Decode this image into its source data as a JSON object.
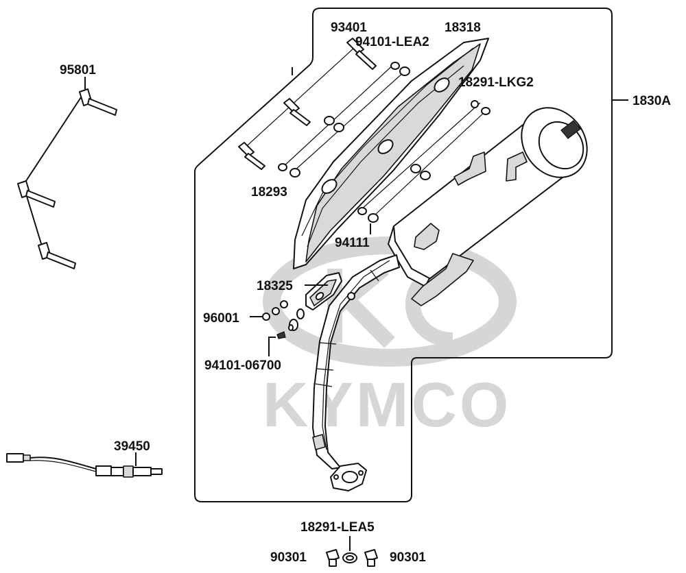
{
  "watermark": {
    "text": "KYMCO",
    "color": "#d6d6d6"
  },
  "colors": {
    "ink": "#111111",
    "part_fill": "#ffffff",
    "part_shade": "#d9d9d9"
  },
  "labels": {
    "p93401": "93401",
    "p18318": "18318",
    "p94101_lea2": "94101-LEA2",
    "p95801": "95801",
    "p18291_lkg2": "18291-LKG2",
    "p1830a": "1830A",
    "p18293": "18293",
    "p94111": "94111",
    "p18325": "18325",
    "p96001": "96001",
    "p94101_06700": "94101-06700",
    "p39450": "39450",
    "p18291_lea5": "18291-LEA5",
    "p90301_left": "90301",
    "p90301_right": "90301"
  }
}
